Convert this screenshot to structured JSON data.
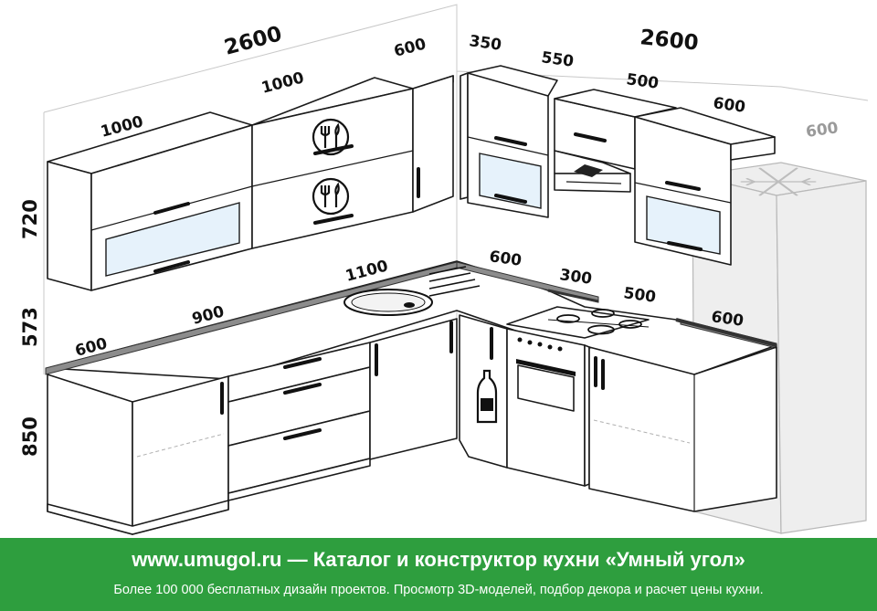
{
  "dimensions": {
    "left_wall_width": "2600",
    "right_wall_width": "2600",
    "left_upper_1": "1000",
    "left_upper_2": "1000",
    "left_upper_corner": "600",
    "right_upper_corner": "350",
    "right_upper_2": "550",
    "right_upper_3": "500",
    "right_upper_4": "600",
    "fridge_depth": "600",
    "upper_height": "720",
    "backsplash_height": "573",
    "base_height": "850",
    "counter_left_depth": "600",
    "counter_left_1": "900",
    "counter_left_2": "1100",
    "counter_corner": "600",
    "counter_right_1": "300",
    "counter_right_2": "500",
    "counter_right_depth": "600"
  },
  "banner": {
    "title": "www.umugol.ru — Каталог и конструктор кухни «Умный угол»",
    "subtitle": "Более 100 000 бесплатных дизайн проектов. Просмотр 3D-моделей, подбор декора и расчет цены кухни."
  },
  "icons": {
    "plate": "plate-cutlery-icon",
    "snowflake": "snowflake-icon",
    "bottle": "bottle-icon",
    "sink": "sink-icon",
    "hob": "gas-hob-icon",
    "oven": "oven-icon",
    "hood": "range-hood-icon"
  },
  "colors": {
    "banner_bg": "#2e9e3e",
    "banner_text": "#ffffff",
    "glass": "#e6f2fb",
    "countertop": "#8c8c8c"
  }
}
